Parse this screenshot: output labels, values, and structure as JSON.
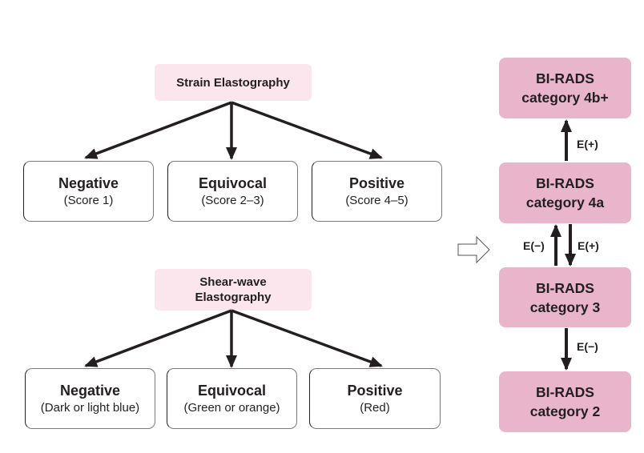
{
  "strain": {
    "header": "Strain Elastography",
    "results": [
      {
        "title": "Negative",
        "sub": "(Score 1)"
      },
      {
        "title": "Equivocal",
        "sub": "(Score 2–3)"
      },
      {
        "title": "Positive",
        "sub": "(Score 4–5)"
      }
    ]
  },
  "shear": {
    "header_line1": "Shear-wave",
    "header_line2": "Elastography",
    "results": [
      {
        "title": "Negative",
        "sub": "(Dark or light blue)"
      },
      {
        "title": "Equivocal",
        "sub": "(Green or orange)"
      },
      {
        "title": "Positive",
        "sub": "(Red)"
      }
    ]
  },
  "birads": [
    {
      "line1": "BI-RADS",
      "line2": "category 4b+"
    },
    {
      "line1": "BI-RADS",
      "line2": "category 4a"
    },
    {
      "line1": "BI-RADS",
      "line2": "category 3"
    },
    {
      "line1": "BI-RADS",
      "line2": "category 2"
    }
  ],
  "edges": {
    "up_4a_to_4b": "E(+)",
    "up_3_to_4a": "E(−)",
    "down_4a_to_3": "E(+)",
    "down_3_to_2": "E(−)"
  },
  "colors": {
    "header_fill": "#fbe6ee",
    "birads_fill": "#e8b5cb",
    "arrow": "#231f20"
  }
}
